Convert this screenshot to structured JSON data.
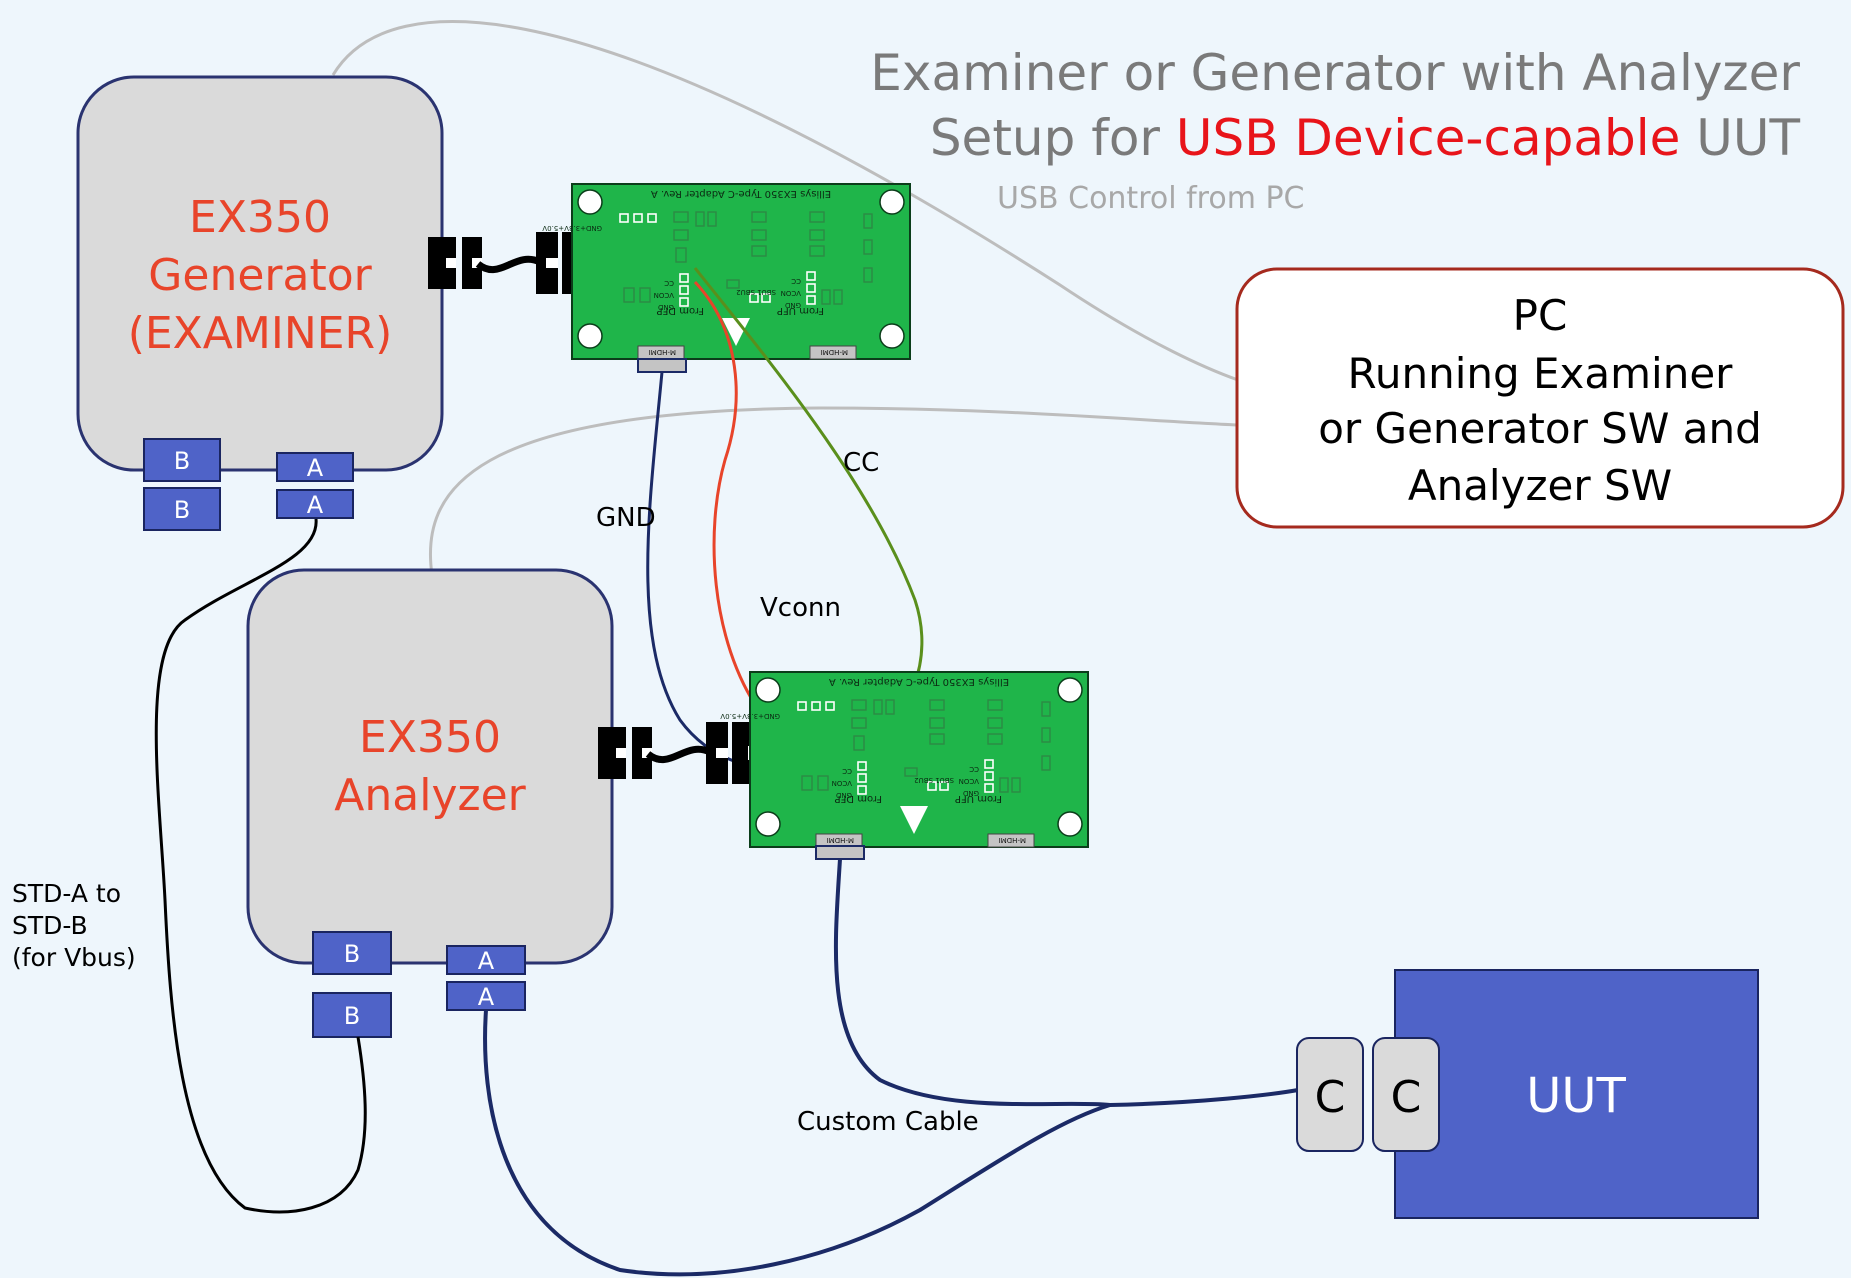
{
  "title": {
    "line1": "Examiner or Generator with Analyzer",
    "line2_prefix": "Setup for ",
    "line2_highlight": "USB Device-capable",
    "line2_suffix": " UUT",
    "subtitle": "USB Control from PC"
  },
  "generator": {
    "line1": "EX350",
    "line2": "Generator",
    "line3": "(EXAMINER)"
  },
  "analyzer": {
    "line1": "EX350",
    "line2": "Analyzer"
  },
  "pc": {
    "line1": "PC",
    "line2": "Running Examiner",
    "line3": "or Generator SW and",
    "line4": "Analyzer SW"
  },
  "uut": {
    "label": "UUT",
    "connector1": "C",
    "connector2": "C"
  },
  "ports": {
    "b": "B",
    "a": "A"
  },
  "wires": {
    "gnd": "GND",
    "cc": "CC",
    "vconn": "Vconn",
    "custom_cable": "Custom Cable",
    "std_line1": "STD-A to",
    "std_line2": "STD-B",
    "std_line3": "(for Vbus)"
  },
  "board": {
    "title": "Ellisys EX350 Type-C Adapter Rev. A",
    "from_dfp": "From DFP",
    "from_ufp": "From UFP",
    "pins": [
      "CC",
      "VCON",
      "GND"
    ],
    "pwr": "GND+3.3V+5.0V",
    "sbu": "SBU1 SBU2",
    "hdmi": "M-HDMI"
  },
  "colors": {
    "background": "#eef6fc",
    "accent_red": "#e8442a",
    "title_gray": "#7a7a7a",
    "highlight_red": "#e8141a",
    "pcb_green": "#1fb54a",
    "uut_blue": "#4f63c8",
    "port_blue": "#4f63c8",
    "box_gray": "#dadada",
    "box_border": "#2a3370",
    "pc_border": "#a52a1e",
    "cable_navy": "#1b2a66",
    "cc_green": "#5a8f1c",
    "vconn_red": "#e8442a"
  }
}
